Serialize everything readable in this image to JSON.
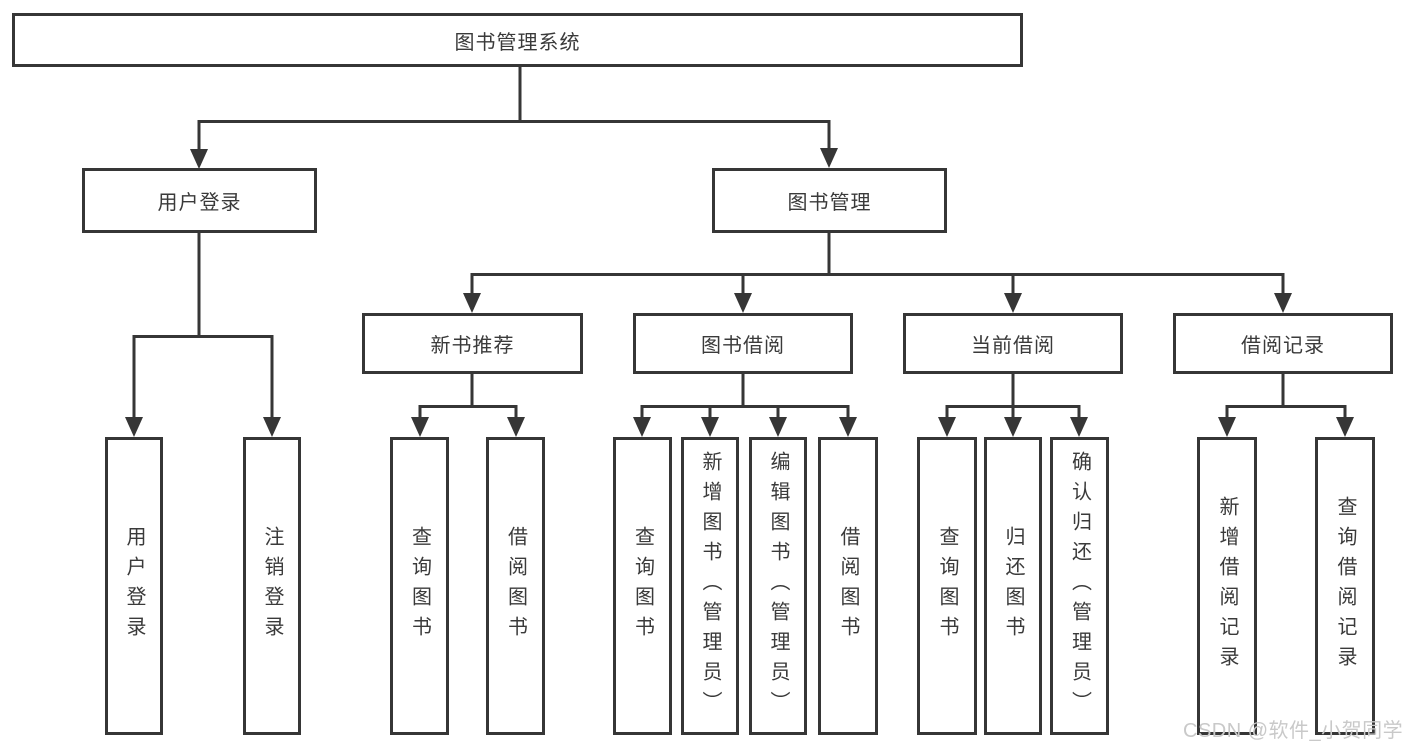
{
  "diagram": {
    "root": {
      "label": "图书管理系统"
    },
    "branches": [
      {
        "label": "用户登录",
        "children": [
          {
            "label": "用户登录"
          },
          {
            "label": "注销登录"
          }
        ]
      },
      {
        "label": "图书管理",
        "children": [
          {
            "label": "新书推荐",
            "children": [
              {
                "label": "查询图书"
              },
              {
                "label": "借阅图书"
              }
            ]
          },
          {
            "label": "图书借阅",
            "children": [
              {
                "label": "查询图书"
              },
              {
                "label": "新增图书（管理员）"
              },
              {
                "label": "编辑图书（管理员）"
              },
              {
                "label": "借阅图书"
              }
            ]
          },
          {
            "label": "当前借阅",
            "children": [
              {
                "label": "查询图书"
              },
              {
                "label": "归还图书"
              },
              {
                "label": "确认归还（管理员）"
              }
            ]
          },
          {
            "label": "借阅记录",
            "children": [
              {
                "label": "新增借阅记录"
              },
              {
                "label": "查询借阅记录"
              }
            ]
          }
        ]
      }
    ]
  },
  "watermark": {
    "text": "CSDN @软件_小贺同学"
  },
  "colors": {
    "line": "#363636",
    "box_border": "#363636",
    "text": "#3a3a3a",
    "watermark": "#c9c9c9",
    "background": "#ffffff"
  }
}
